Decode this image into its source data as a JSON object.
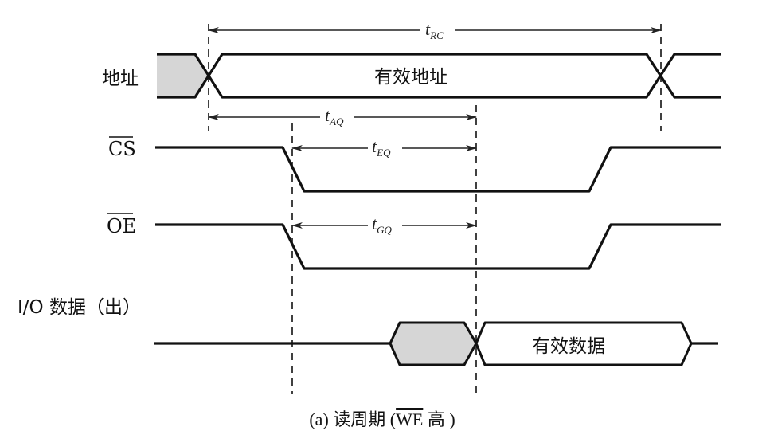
{
  "signals": {
    "address": {
      "label": "地址",
      "valid_text": "有效地址"
    },
    "cs": {
      "label": "CS"
    },
    "oe": {
      "label": "OE"
    },
    "io": {
      "label": "I/O 数据（出）",
      "valid_text": "有效数据"
    }
  },
  "timings": {
    "trc": {
      "t": "t",
      "sub": "RC"
    },
    "taq": {
      "t": "t",
      "sub": "AQ"
    },
    "teq": {
      "t": "t",
      "sub": "EQ"
    },
    "tgq": {
      "t": "t",
      "sub": "GQ"
    }
  },
  "caption": {
    "prefix": "(a) 读周期 (",
    "we": "WE",
    "suffix": " 高 )"
  },
  "colors": {
    "invalid_fill": "#d6d6d6",
    "line": "#111111"
  }
}
